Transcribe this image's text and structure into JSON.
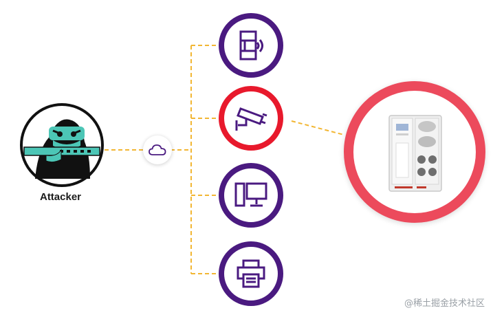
{
  "attacker": {
    "label": "Attacker",
    "icon": "hacker-icon"
  },
  "cloud": {
    "icon": "cloud-icon"
  },
  "devices": [
    {
      "icon": "rfid-reader-icon",
      "status": "normal"
    },
    {
      "icon": "security-camera-icon",
      "status": "compromised"
    },
    {
      "icon": "desktop-computer-icon",
      "status": "normal"
    },
    {
      "icon": "printer-icon",
      "status": "normal"
    }
  ],
  "target": {
    "icon": "server-rack-icon"
  },
  "watermark": "@稀土掘金技术社区",
  "colors": {
    "purple": "#4a1a80",
    "red": "#e8192c",
    "pink_ring": "#ec4a5c",
    "dashed_line": "#f2b632",
    "teal": "#4cc6b6"
  }
}
